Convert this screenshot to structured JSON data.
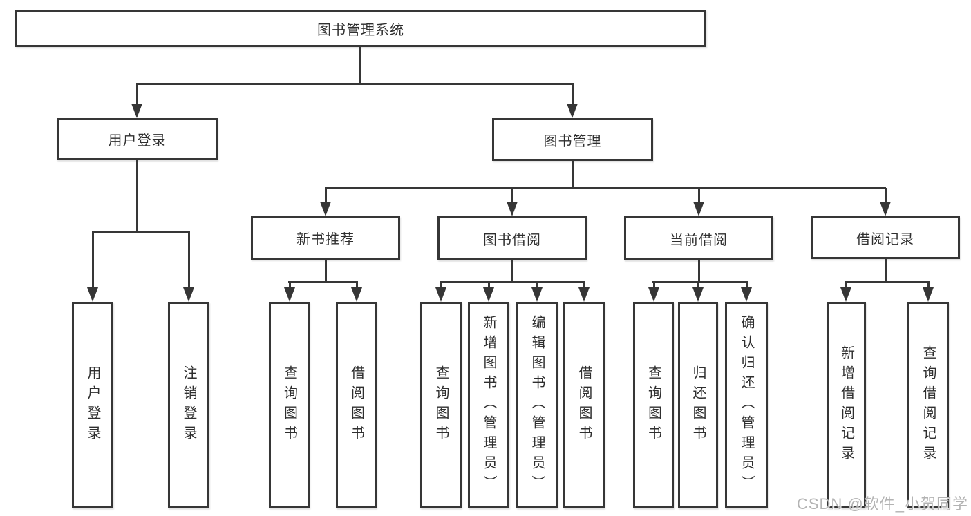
{
  "colors": {
    "background": "#ffffff",
    "line": "#363636",
    "box_border": "#363636",
    "text": "#2f2f2f",
    "watermark": "#b3b3b3"
  },
  "tree": {
    "root": {
      "label": "图书管理系统"
    },
    "branches": [
      {
        "label": "用户登录",
        "children": [
          {
            "label": "用户登录"
          },
          {
            "label": "注销登录"
          }
        ]
      },
      {
        "label": "图书管理",
        "sections": [
          {
            "label": "新书推荐",
            "children": [
              {
                "label": "查询图书"
              },
              {
                "label": "借阅图书"
              }
            ]
          },
          {
            "label": "图书借阅",
            "children": [
              {
                "label": "查询图书"
              },
              {
                "label": "新增图书（管理员）"
              },
              {
                "label": "编辑图书（管理员）"
              },
              {
                "label": "借阅图书"
              }
            ]
          },
          {
            "label": "当前借阅",
            "children": [
              {
                "label": "查询图书"
              },
              {
                "label": "归还图书"
              },
              {
                "label": "确认归还（管理员）"
              }
            ]
          },
          {
            "label": "借阅记录",
            "children": [
              {
                "label": "新增借阅记录"
              },
              {
                "label": "查询借阅记录"
              }
            ]
          }
        ]
      }
    ]
  },
  "watermark": {
    "text": "CSDN @软件_小贺同学"
  }
}
